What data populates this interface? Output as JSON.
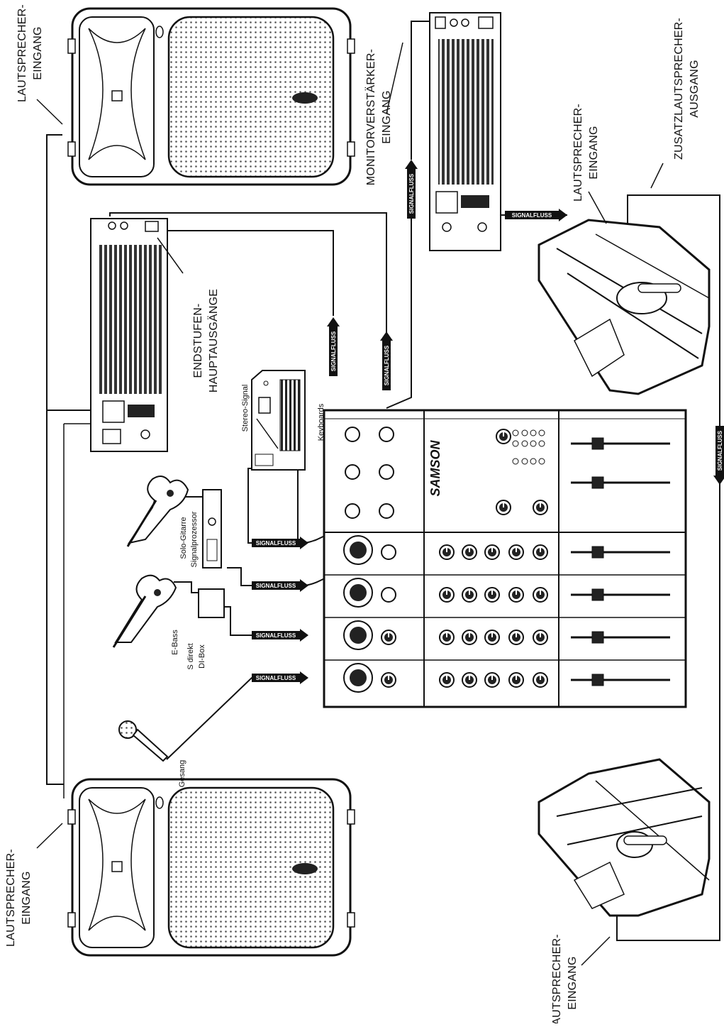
{
  "labels": {
    "lautsprecher_eingang_top_left": [
      "LAUTSPRECHER-",
      "EINGANG"
    ],
    "lautsprecher_eingang_bottom_left": [
      "LAUTSPRECHER-",
      "EINGANG"
    ],
    "lautsprecher_eingang_monitor_right": [
      "LAUTSPRECHER-",
      "EINGANG"
    ],
    "lautsprecher_eingang_bottom_right": [
      "LAUTSPRECHER-",
      "EINGANG"
    ],
    "monitorverstaerker_eingang": [
      "MONITORVERSTÄRKER-",
      "EINGANG"
    ],
    "zusatzlautsprecher_ausgang": [
      "ZUSATZLAUTSPRECHER-",
      "AUSGANG"
    ],
    "endstufen_hauptausgaenge": [
      "ENDSTUFEN-",
      "HAUPTAUSGÄNGE"
    ],
    "stereo_signal": "Stereo-Signal",
    "keyboards": "Keyboards",
    "solo_gitarre": "Solo-Gitarre",
    "signalprozessor": "Signalprozessor",
    "e_bass": "E-Bass",
    "s_direkt": "S direkt",
    "di_box": "DI-Box",
    "gesang": "Gesang",
    "signalfluss": "SIGNALFLUSS",
    "samson": "SAMSON"
  }
}
